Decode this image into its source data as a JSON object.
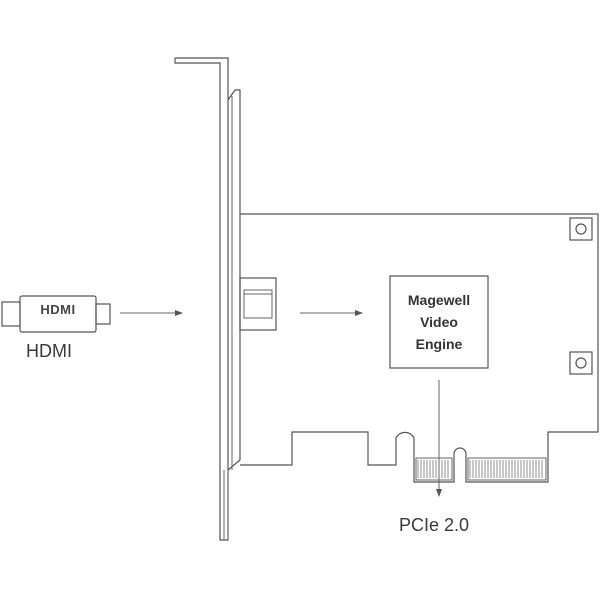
{
  "labels": {
    "hdmi_cable": "HDMI",
    "hdmi_plug_logo": "HDMI",
    "pcie": "PCIe 2.0",
    "engine_lines": [
      "Magewell",
      "Video",
      "Engine"
    ]
  },
  "colors": {
    "line": "#555555",
    "text": "#3a3a3a",
    "background": "#ffffff"
  }
}
